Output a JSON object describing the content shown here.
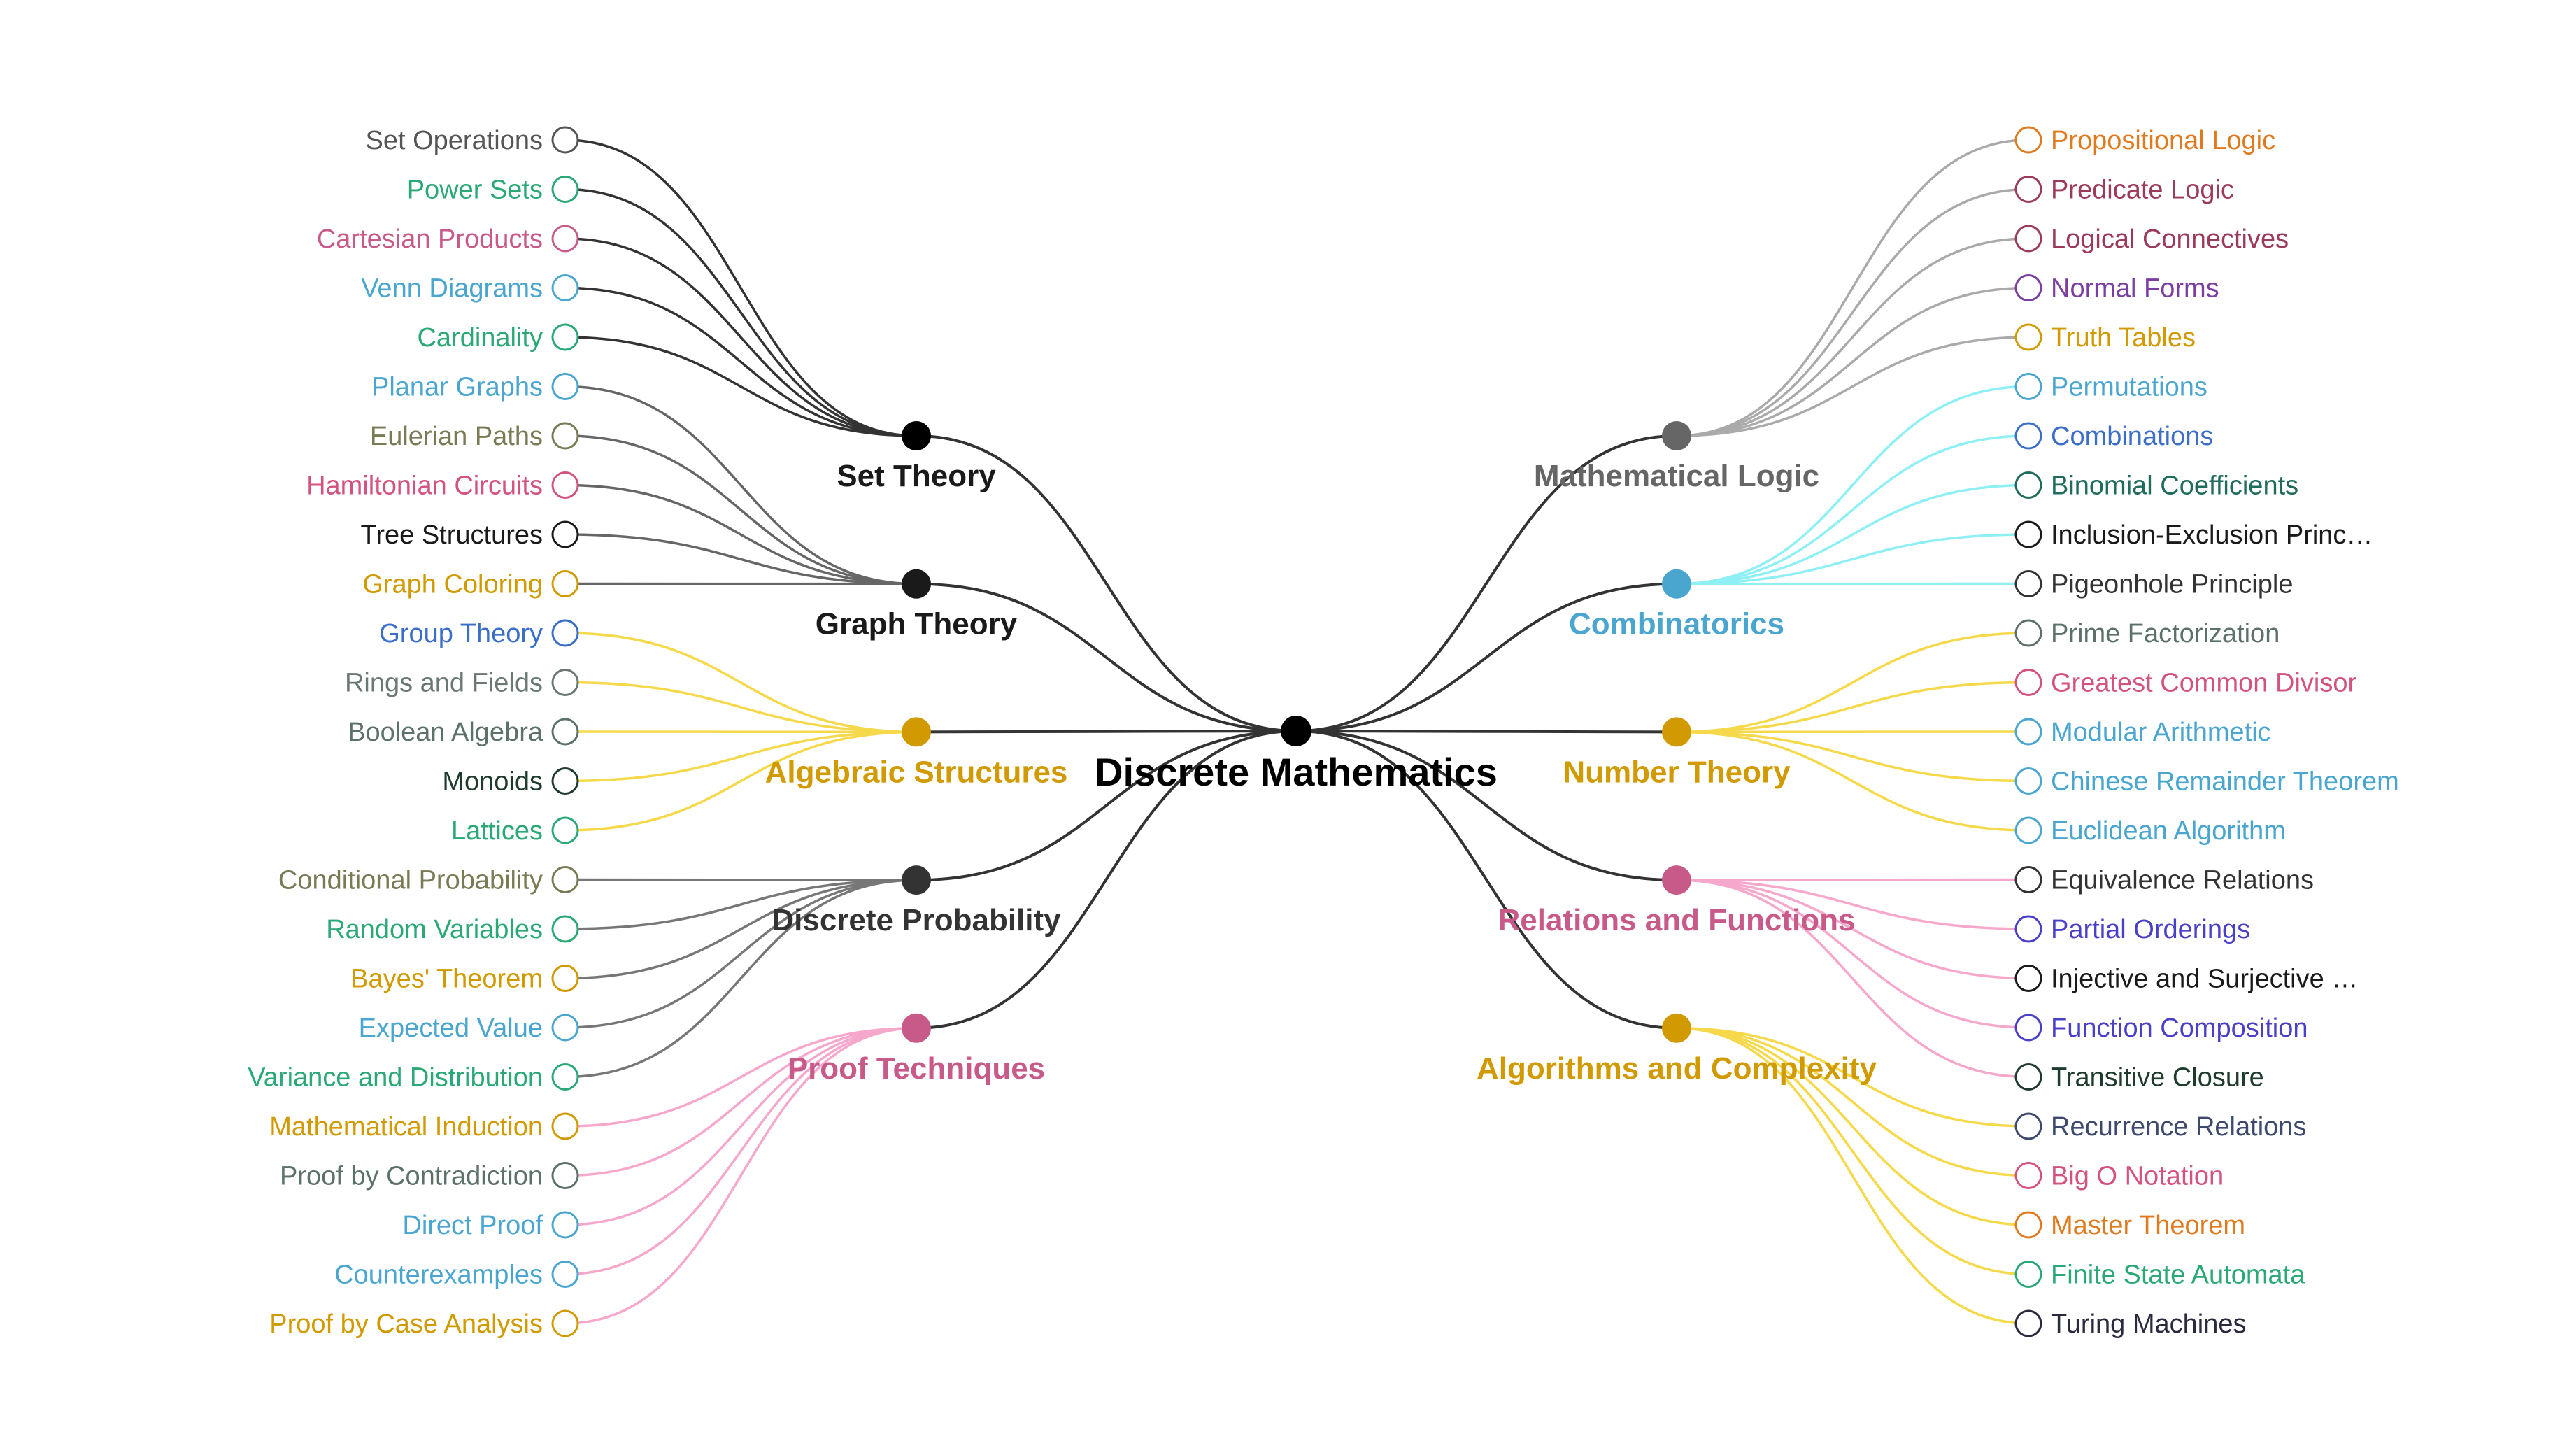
{
  "root": {
    "label": "Discrete Mathematics",
    "color": "#000000"
  },
  "branches": [
    {
      "label": "Set Theory",
      "side": "left",
      "color": "#000000",
      "label_color": "#1a1a1a",
      "link_color": "#333333",
      "leaves": [
        {
          "label": "Set Operations",
          "color": "#555555"
        },
        {
          "label": "Power Sets",
          "color": "#2aa876"
        },
        {
          "label": "Cartesian Products",
          "color": "#c85a8a"
        },
        {
          "label": "Venn Diagrams",
          "color": "#4aa6cf"
        },
        {
          "label": "Cardinality",
          "color": "#2aa876"
        }
      ]
    },
    {
      "label": "Graph Theory",
      "side": "left",
      "color": "#1a1a1a",
      "label_color": "#1a1a1a",
      "link_color": "#666666",
      "leaves": [
        {
          "label": "Planar Graphs",
          "color": "#4aa6cf"
        },
        {
          "label": "Eulerian Paths",
          "color": "#7a7a55"
        },
        {
          "label": "Hamiltonian Circuits",
          "color": "#d4537e"
        },
        {
          "label": "Tree Structures",
          "color": "#1a1a1a"
        },
        {
          "label": "Graph Coloring",
          "color": "#d19a00"
        }
      ]
    },
    {
      "label": "Algebraic Structures",
      "side": "left",
      "color": "#d19a00",
      "label_color": "#d19a00",
      "link_color": "#f5d94a",
      "leaves": [
        {
          "label": "Group Theory",
          "color": "#3a6ec9"
        },
        {
          "label": "Rings and Fields",
          "color": "#6a7a72"
        },
        {
          "label": "Boolean Algebra",
          "color": "#5c7268"
        },
        {
          "label": "Monoids",
          "color": "#1f3b2e"
        },
        {
          "label": "Lattices",
          "color": "#2aa876"
        }
      ]
    },
    {
      "label": "Discrete Probability",
      "side": "left",
      "color": "#333333",
      "label_color": "#333333",
      "link_color": "#777777",
      "leaves": [
        {
          "label": "Conditional Probability",
          "color": "#7a7a55"
        },
        {
          "label": "Random Variables",
          "color": "#2aa876"
        },
        {
          "label": "Bayes' Theorem",
          "color": "#d19a00"
        },
        {
          "label": "Expected Value",
          "color": "#4aa6cf"
        },
        {
          "label": "Variance and Distribution",
          "color": "#2aa876"
        }
      ]
    },
    {
      "label": "Proof Techniques",
      "side": "left",
      "color": "#c85a8a",
      "label_color": "#c85a8a",
      "link_color": "#f5a8cc",
      "leaves": [
        {
          "label": "Mathematical Induction",
          "color": "#d19a00"
        },
        {
          "label": "Proof by Contradiction",
          "color": "#5c7268"
        },
        {
          "label": "Direct Proof",
          "color": "#4aa6cf"
        },
        {
          "label": "Counterexamples",
          "color": "#4aa6cf"
        },
        {
          "label": "Proof by Case Analysis",
          "color": "#d19a00"
        }
      ]
    },
    {
      "label": "Mathematical Logic",
      "side": "right",
      "color": "#666666",
      "label_color": "#666666",
      "link_color": "#aaaaaa",
      "leaves": [
        {
          "label": "Propositional Logic",
          "color": "#e07a1f"
        },
        {
          "label": "Predicate Logic",
          "color": "#9c3a5a"
        },
        {
          "label": "Logical Connectives",
          "color": "#9c3a5a"
        },
        {
          "label": "Normal Forms",
          "color": "#7a3fa0"
        },
        {
          "label": "Truth Tables",
          "color": "#d19a00"
        }
      ]
    },
    {
      "label": "Combinatorics",
      "side": "right",
      "color": "#4aa6cf",
      "label_color": "#4aa6cf",
      "link_color": "#8ef0f5",
      "leaves": [
        {
          "label": "Permutations",
          "color": "#4aa6cf"
        },
        {
          "label": "Combinations",
          "color": "#3a6ec9"
        },
        {
          "label": "Binomial Coefficients",
          "color": "#1f6b5c"
        },
        {
          "label": "Inclusion-Exclusion Princ…",
          "color": "#1a1a1a"
        },
        {
          "label": "Pigeonhole Principle",
          "color": "#333333"
        }
      ]
    },
    {
      "label": "Number Theory",
      "side": "right",
      "color": "#d19a00",
      "label_color": "#d19a00",
      "link_color": "#f5d94a",
      "leaves": [
        {
          "label": "Prime Factorization",
          "color": "#5c7268"
        },
        {
          "label": "Greatest Common Divisor",
          "color": "#d4537e"
        },
        {
          "label": "Modular Arithmetic",
          "color": "#4aa6cf"
        },
        {
          "label": "Chinese Remainder Theorem",
          "color": "#4aa6cf"
        },
        {
          "label": "Euclidean Algorithm",
          "color": "#4aa6cf"
        }
      ]
    },
    {
      "label": "Relations and Functions",
      "side": "right",
      "color": "#c85a8a",
      "label_color": "#c85a8a",
      "link_color": "#f5a8cc",
      "leaves": [
        {
          "label": "Equivalence Relations",
          "color": "#333333"
        },
        {
          "label": "Partial Orderings",
          "color": "#4a3fc9"
        },
        {
          "label": "Injective and Surjective …",
          "color": "#1a1a1a"
        },
        {
          "label": "Function Composition",
          "color": "#4a3fc9"
        },
        {
          "label": "Transitive Closure",
          "color": "#1f3b2e"
        }
      ]
    },
    {
      "label": "Algorithms and Complexity",
      "side": "right",
      "color": "#d19a00",
      "label_color": "#d19a00",
      "link_color": "#f5d94a",
      "leaves": [
        {
          "label": "Recurrence Relations",
          "color": "#3d4a6e"
        },
        {
          "label": "Big O Notation",
          "color": "#d4537e"
        },
        {
          "label": "Master Theorem",
          "color": "#e07a1f"
        },
        {
          "label": "Finite State Automata",
          "color": "#2aa876"
        },
        {
          "label": "Turing Machines",
          "color": "#2a2a3e"
        }
      ]
    }
  ]
}
